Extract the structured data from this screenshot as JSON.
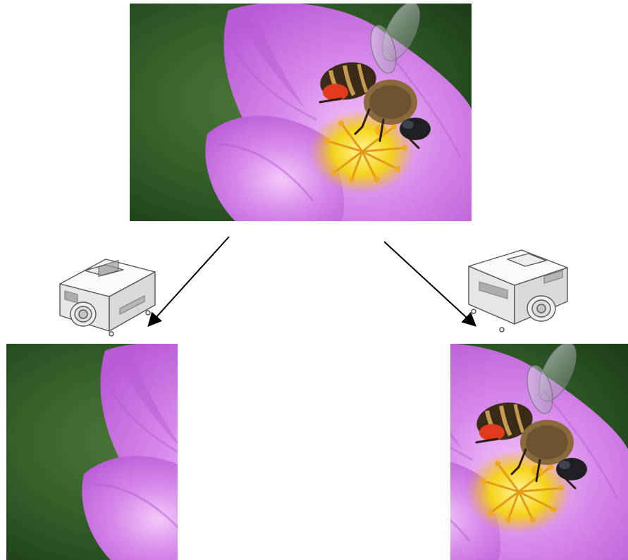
{
  "diagram": {
    "source_image": {
      "subject": "bee-on-pink-flower",
      "colors": {
        "background": "#2f5a26",
        "petal": "#c56be0",
        "petal_light": "#e3a3f2",
        "pollen_center": "#f4d21a",
        "stamen": "#e9a21a",
        "bee_body": "#3a2a18",
        "bee_stripe": "#c79a52",
        "pollen_basket": "#e23a1c"
      }
    },
    "projectors": [
      {
        "id": "left-projector",
        "icon": "projector-icon"
      },
      {
        "id": "right-projector",
        "icon": "projector-icon"
      }
    ],
    "outputs": [
      {
        "id": "left-output",
        "shows": "left-part-of-source-image"
      },
      {
        "id": "right-output",
        "shows": "right-part-of-source-image"
      }
    ],
    "arrows": [
      {
        "from": "source-image",
        "to": "left-projector"
      },
      {
        "from": "source-image",
        "to": "right-projector"
      }
    ]
  }
}
